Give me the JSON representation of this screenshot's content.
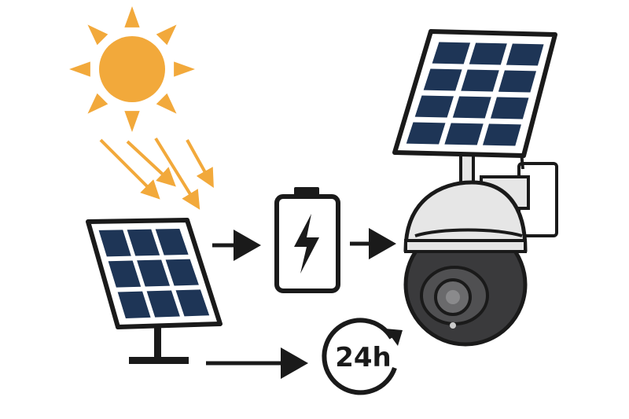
{
  "colors": {
    "sun": "#F2A93B",
    "panel_cell": "#1E3556",
    "outline": "#1a1a1a",
    "camera_dark": "#3a3a3c",
    "camera_light": "#e6e6e6"
  },
  "icons": [
    "sun-icon",
    "sunlight-rays",
    "solar-panel-small",
    "battery-charging-icon",
    "solar-panel-large",
    "security-camera",
    "clock-24h-icon"
  ],
  "clock": {
    "label": "24h"
  }
}
